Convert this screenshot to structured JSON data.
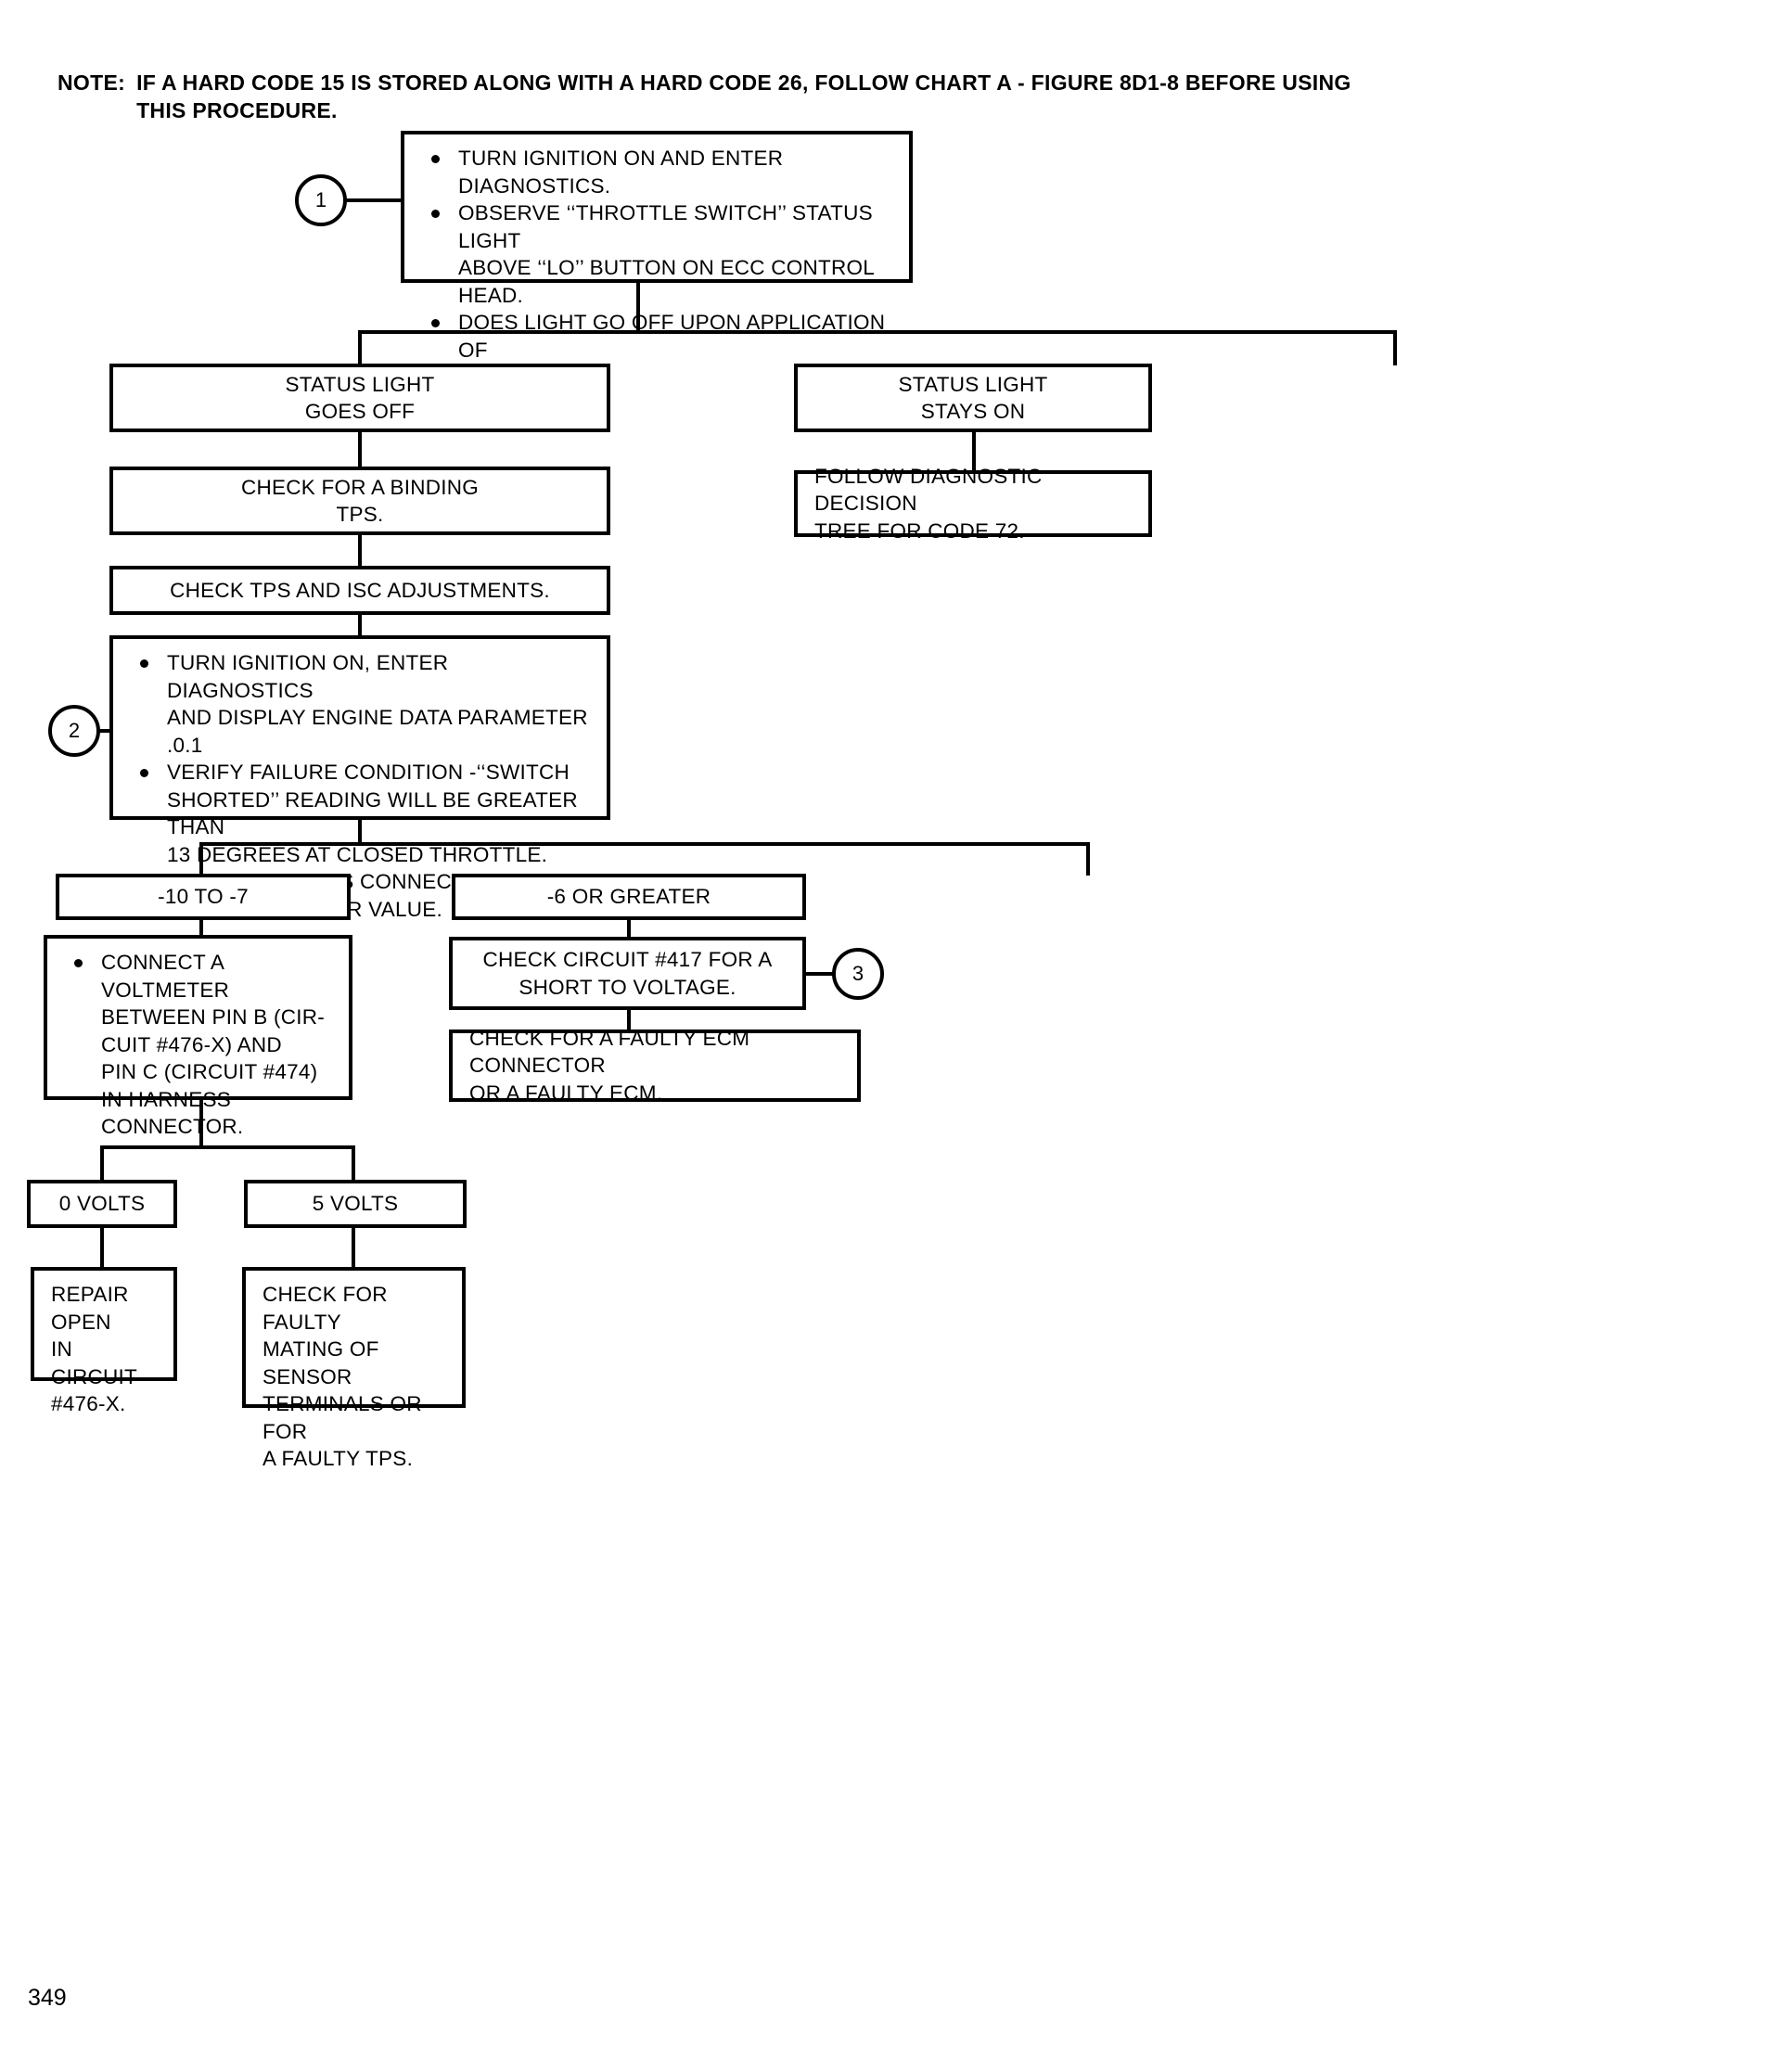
{
  "document": {
    "page_number": "349",
    "note_label": "NOTE:",
    "note_text": "IF A HARD CODE 15 IS STORED ALONG WITH A HARD CODE 26, FOLLOW CHART A - FIGURE 8D1-8 BEFORE USING\nTHIS PROCEDURE."
  },
  "steps": {
    "one": "1",
    "two": "2",
    "three": "3"
  },
  "nodes": {
    "step1": {
      "bullet1": "TURN IGNITION ON AND ENTER DIAGNOSTICS.",
      "bullet2": "OBSERVE ‘‘THROTTLE SWITCH’’ STATUS LIGHT\nABOVE ‘‘LO’’ BUTTON ON ECC CONTROL HEAD.",
      "bullet3": "DOES LIGHT GO OFF UPON APPLICATION OF\nTHROTTLE?"
    },
    "status_goes_off": "STATUS LIGHT\nGOES OFF",
    "status_stays_on": "STATUS LIGHT\nSTAYS ON",
    "check_binding_tps": "CHECK FOR A BINDING\nTPS.",
    "follow_code72": "FOLLOW DIAGNOSTIC DECISION\nTREE FOR CODE 72.",
    "check_tps_isc": "CHECK TPS AND ISC ADJUSTMENTS.",
    "step2": {
      "bullet1": "TURN IGNITION ON, ENTER DIAGNOSTICS\nAND DISPLAY ENGINE DATA PARAMETER .0.1",
      "bullet2": "VERIFY FAILURE CONDITION -‘‘SWITCH\nSHORTED’’ READING WILL BE GREATER THAN\n13 DEGREES AT CLOSED THROTTLE.",
      "bullet3": "DISCONNECT TPS CONNECTOR AND\nNOTE PARAMETER VALUE."
    },
    "range_low": "-10 TO -7",
    "range_high": "-6 OR GREATER",
    "connect_voltmeter": "CONNECT A VOLTMETER\nBETWEEN PIN B (CIR-\nCUIT #476-X) AND\nPIN C (CIRCUIT #474)\nIN HARNESS CONNECTOR.",
    "check_circuit_417": "CHECK CIRCUIT #417 FOR A\nSHORT TO VOLTAGE.",
    "check_faulty_ecm": "CHECK FOR A FAULTY ECM CONNECTOR\nOR A FAULTY ECM.",
    "zero_volts": "0 VOLTS",
    "five_volts": "5 VOLTS",
    "repair_open": "REPAIR OPEN\nIN CIRCUIT\n#476-X.",
    "check_faulty_mating": "CHECK FOR FAULTY\nMATING OF SENSOR\nTERMINALS OR FOR\nA FAULTY TPS."
  }
}
